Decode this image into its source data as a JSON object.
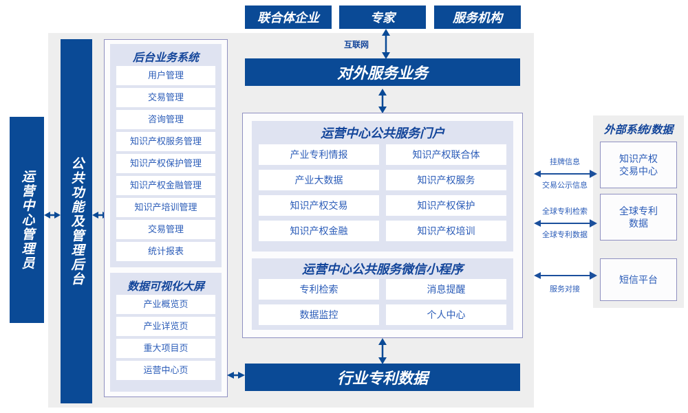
{
  "colors": {
    "navy": "#0a4a96",
    "panel_bg": "#dfe3f1",
    "backdrop": "#eeeeee",
    "text_blue": "#2b5cb8",
    "title_blue": "#13459a",
    "border": "#8e8fc0"
  },
  "top_actors": [
    {
      "label": "联合体企业"
    },
    {
      "label": "专家"
    },
    {
      "label": "服务机构"
    }
  ],
  "internet_label": "互联网",
  "external_service_bar": {
    "label": "对外服务业务"
  },
  "industry_data_bar": {
    "label": "行业专利数据"
  },
  "left_bars": [
    {
      "label": "运营中心管理员"
    },
    {
      "label": "公共功能及管理后台"
    }
  ],
  "backend_system": {
    "title": "后台业务系统",
    "items": [
      "用户管理",
      "交易管理",
      "咨询管理",
      "知识产权服务管理",
      "知识产权保护管理",
      "知识产权金融管理",
      "知识产培训管理",
      "交易管理",
      "统计报表"
    ]
  },
  "data_screen": {
    "title": "数据可视化大屏",
    "items": [
      "产业概览页",
      "产业详览页",
      "重大项目页",
      "运营中心页"
    ]
  },
  "portal": {
    "title": "运营中心公共服务门户",
    "items": [
      "产业专利情报",
      "知识产权联合体",
      "产业大数据",
      "知识产权服务",
      "知识产权交易",
      "知识产权保护",
      "知识产权金融",
      "知识产权培训"
    ]
  },
  "miniprogram": {
    "title": "运营中心公共服务微信小程序",
    "items": [
      "专利检索",
      "消息提醒",
      "数据监控",
      "个人中心"
    ]
  },
  "external": {
    "title": "外部系统/数据",
    "boxes": [
      {
        "label": "知识产权\n交易中心"
      },
      {
        "label": "全球专利\n数据"
      },
      {
        "label": "短信平台"
      }
    ],
    "connectors": [
      {
        "above": "挂牌信息",
        "below": "交易公示信息"
      },
      {
        "above": "全球专利检索",
        "below": "全球专利数据"
      },
      {
        "above": "",
        "below": "服务对接"
      }
    ]
  }
}
